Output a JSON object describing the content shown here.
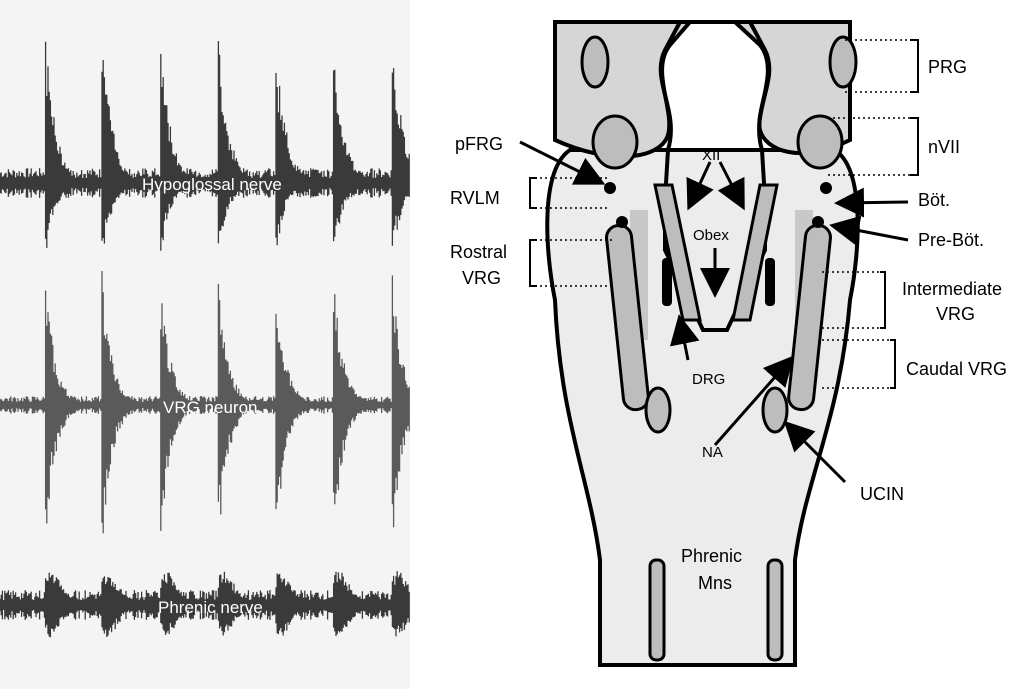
{
  "traces": [
    {
      "label": "Hypoglossal nerve"
    },
    {
      "label": "VRG neuron"
    },
    {
      "label": "Phrenic nerve"
    }
  ],
  "diagram": {
    "labels": {
      "prg": "PRG",
      "nvii": "nVII",
      "pfrg": "pFRG",
      "rvlm": "RVLM",
      "rostral_vrg_line1": "Rostral",
      "rostral_vrg_line2": "VRG",
      "xii": "XII",
      "obex": "Obex",
      "bot": "Böt.",
      "pre_bot": "Pre-Böt.",
      "intermediate_vrg_line1": "Intermediate",
      "intermediate_vrg_line2": "VRG",
      "caudal_vrg": "Caudal VRG",
      "drg": "DRG",
      "na": "NA",
      "ucin": "UCIN",
      "phrenic_mns_line1": "Phrenic",
      "phrenic_mns_line2": "Mns"
    }
  }
}
